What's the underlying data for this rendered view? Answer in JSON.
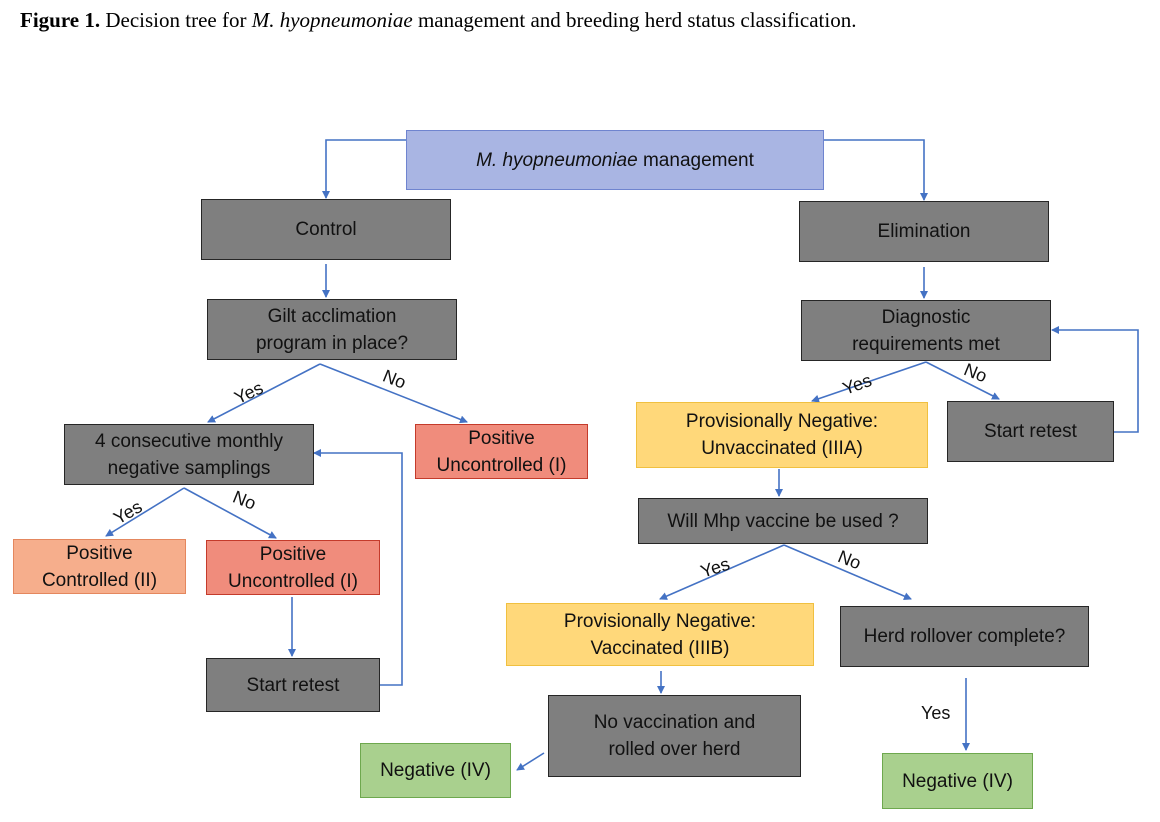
{
  "caption": {
    "figure_label": "Figure 1.",
    "text_before": "Decision tree for",
    "organism": "M. hyopneumoniae",
    "text_after": "management and breeding herd status classification."
  },
  "nodes": {
    "root": {
      "italic": "M. hyopneumoniae",
      "rest": "management"
    },
    "control": "Control",
    "elimination": "Elimination",
    "gilt_q": [
      "Gilt acclimation",
      "program in place?"
    ],
    "diag_q": [
      "Diagnostic",
      "requirements met"
    ],
    "monthly_q": [
      "4 consecutive monthly",
      "negative samplings"
    ],
    "pos_uncontrolled_1": [
      "Positive",
      "Uncontrolled (I)"
    ],
    "pos_controlled": [
      "Positive",
      "Controlled (II)"
    ],
    "pos_uncontrolled_2": [
      "Positive",
      "Uncontrolled (I)"
    ],
    "start_retest_left": "Start retest",
    "prov_neg_unvacc": [
      "Provisionally Negative:",
      "Unvaccinated (IIIA)"
    ],
    "start_retest_right": "Start retest",
    "vaccine_q": "Will Mhp vaccine be used ?",
    "prov_neg_vacc": [
      "Provisionally Negative:",
      "Vaccinated (IIIB)"
    ],
    "rollover_q": "Herd rollover complete?",
    "no_vacc_rolled": [
      "No vaccination and",
      "rolled over herd"
    ],
    "negative_left": "Negative (IV)",
    "negative_right": "Negative (IV)"
  },
  "edge_labels": {
    "gilt_yes": "Yes",
    "gilt_no": "No",
    "diag_yes": "Yes",
    "diag_no": "No",
    "monthly_yes": "Yes",
    "monthly_no": "No",
    "vaccine_yes": "Yes",
    "vaccine_no": "No",
    "rollover_yes": "Yes"
  },
  "colors": {
    "connector": "#4472c4",
    "process_fill": "#7f7f7f",
    "root_fill": "#a9b5e3",
    "uncontrolled_fill": "#f08c7c",
    "controlled_fill": "#f6ae8c",
    "provisional_fill": "#ffd87a",
    "negative_fill": "#a9d08e"
  }
}
